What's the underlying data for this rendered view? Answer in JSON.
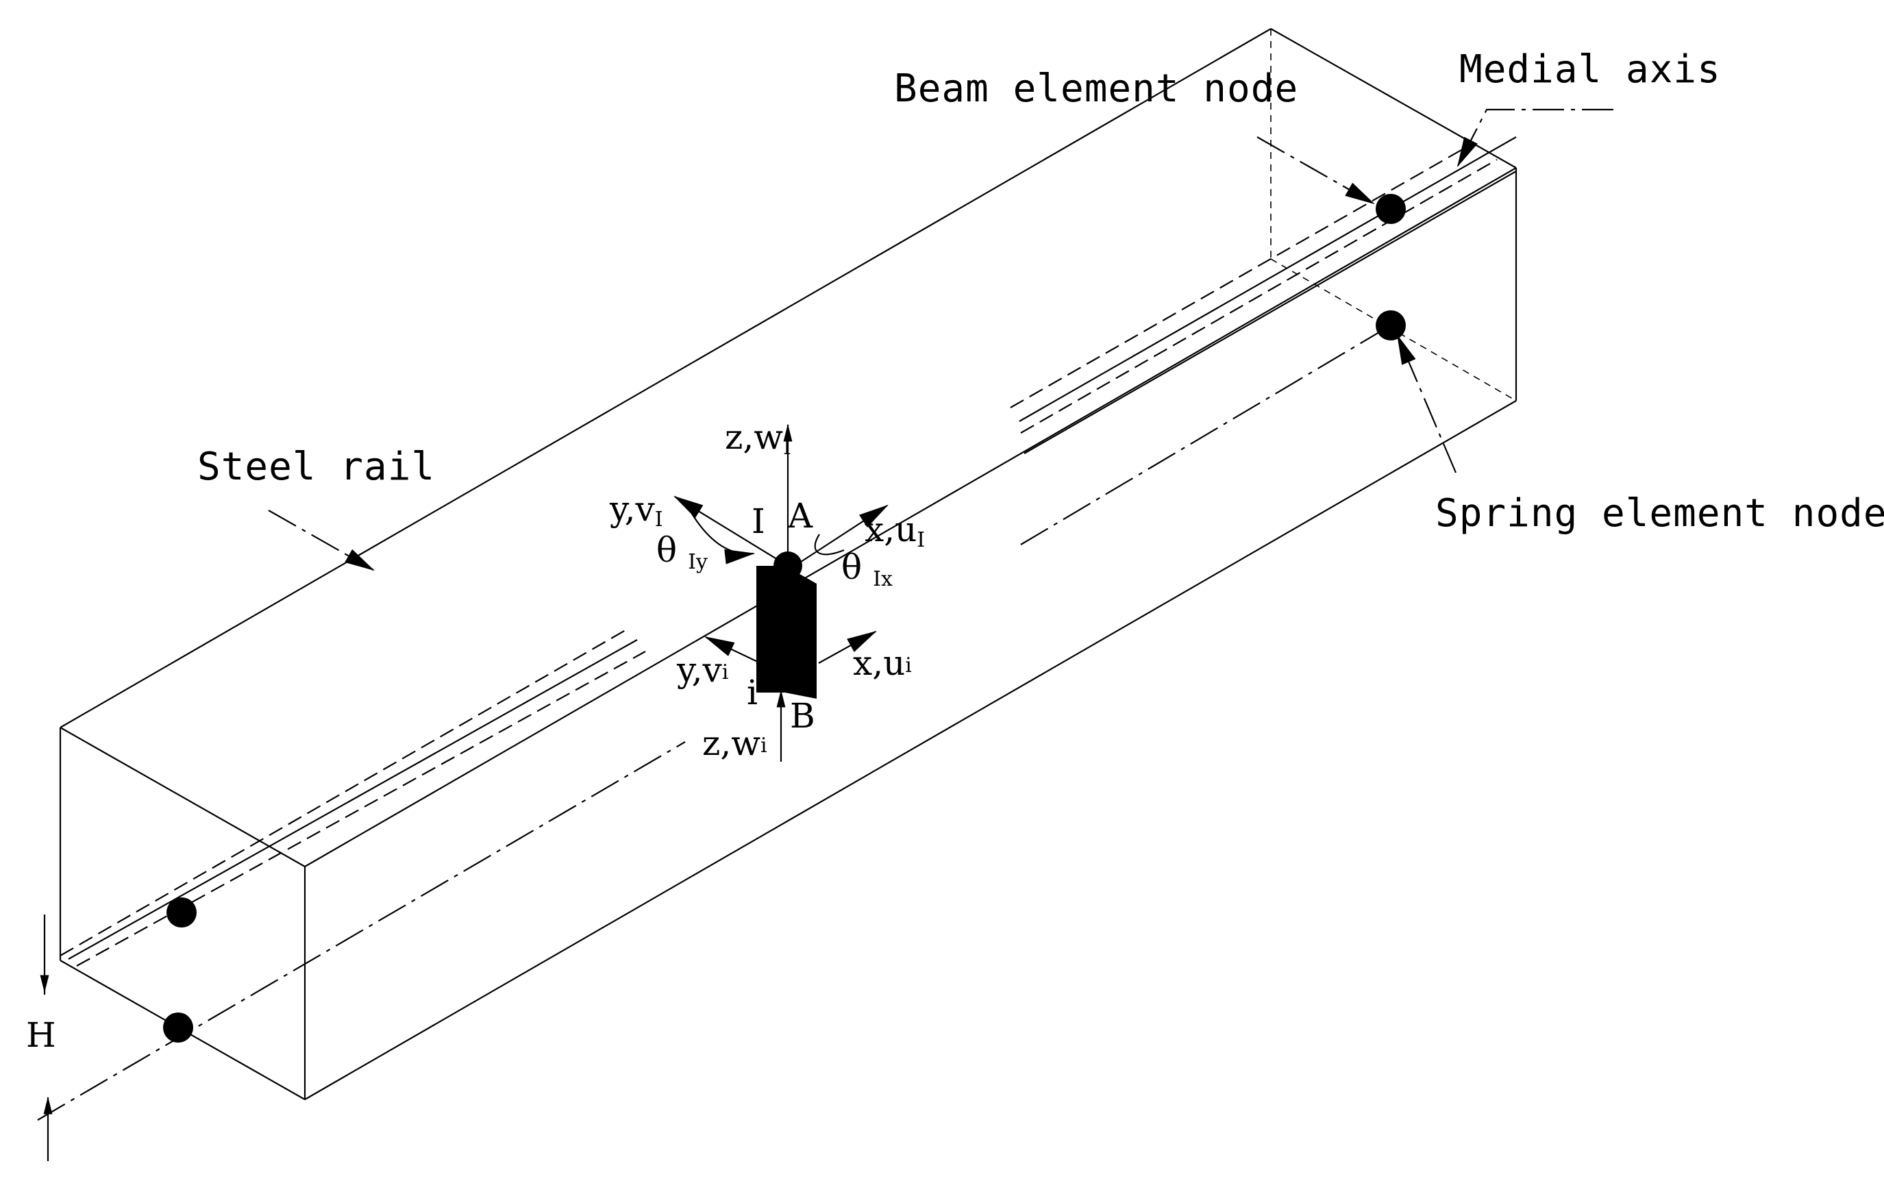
{
  "labels": {
    "beam_element_node": "Beam element node",
    "medial_axis": "Medial axis",
    "steel_rail": "Steel rail",
    "spring_element_node": "Spring element node",
    "height": "H"
  },
  "upper_node": {
    "name": "I",
    "point": "A",
    "z_axis": "z,w",
    "z_sub": "I",
    "y_axis": "y,v",
    "y_sub": "I",
    "x_axis": "x,u",
    "x_sub": "I",
    "theta": "θ",
    "theta_y_sub": "Iy",
    "theta_x_sub": "Ix"
  },
  "lower_node": {
    "name": "i",
    "point": "B",
    "z_axis": "z,w",
    "z_sub": "i",
    "y_axis": "y,v",
    "y_sub": "i",
    "x_axis": "x,u",
    "x_sub": "i"
  }
}
